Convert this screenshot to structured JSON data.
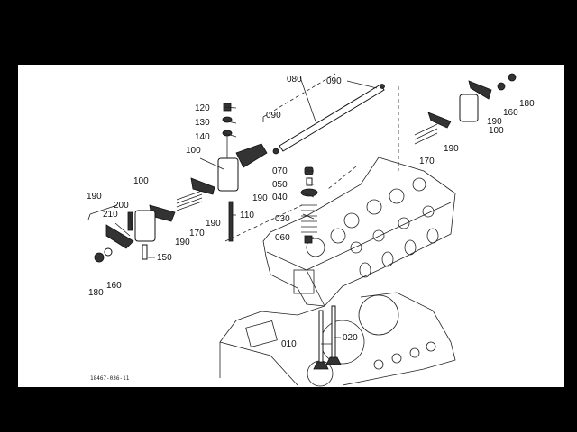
{
  "diagram": {
    "drawing_code": "18467-036-11",
    "labels": {
      "p080": "080",
      "p090a": "090",
      "p090b": "090",
      "p120": "120",
      "p130": "130",
      "p140": "140",
      "p100a": "100",
      "p100b": "100",
      "p100c": "100",
      "p190a": "190",
      "p190b": "190",
      "p190c": "190",
      "p190d": "190",
      "p190e": "190",
      "p190f": "190",
      "p200": "200",
      "p210": "210",
      "p170a": "170",
      "p170b": "170",
      "p110": "110",
      "p150": "150",
      "p160a": "160",
      "p160b": "160",
      "p180a": "180",
      "p180b": "180",
      "p070": "070",
      "p050": "050",
      "p040": "040",
      "p030": "030",
      "p060": "060",
      "p010": "010",
      "p020": "020"
    }
  },
  "colors": {
    "background": "#000000",
    "sheet": "#ffffff",
    "ink": "#111111"
  }
}
